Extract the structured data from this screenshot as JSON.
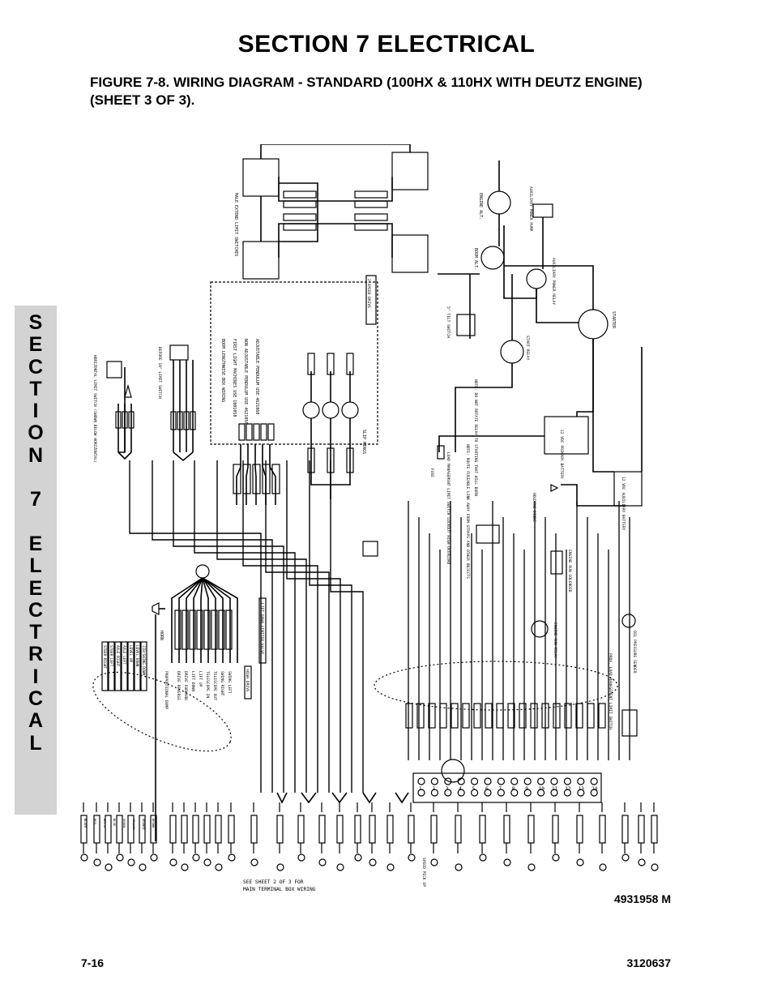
{
  "header": {
    "section_title": "SECTION 7 ELECTRICAL",
    "figure_caption": "FIGURE 7-8.    WIRING DIAGRAM - STANDARD (100HX & 110HX WITH DEUTZ ENGINE) (SHEET 3 OF 3)."
  },
  "side_tab": {
    "text": "S\nE\nC\nT\nI\nO\nN\n\n7\n\nE\nL\nE\nC\nT\nR\nI\nC\nA\nL"
  },
  "diagram": {
    "labels": {
      "boom_lengthwise": "BOOM LENGTHWISE BOX WIRING",
      "first_light": "FIRST LIGHT MACHINES USE   1001050",
      "non_adjustable": "NON ADJUSTABLE PENDULUM USE   4621050",
      "adjustable": "ADJUSTABLE PENDULUM USE   4621060",
      "boom_ext_limit": "MALE EXTEND LIMIT SWITCHES",
      "horizontal_limit": "HORIZONTAL LIMIT SWITCH (SHOWN BELOW HORIZONTAL)",
      "before_limit": "BEFORE 10° LIMIT SWITCH",
      "two_speed_drive": "2 SPEED DRIVE",
      "tilt_switch": "5° TILT SWITCH",
      "slip_rings": "SLIP RINGS",
      "load_mgmt": "LOAD MANAGEMENT LIMIT SWITCH LOCKOUT HIGH-OVERLOAD",
      "note_route": "NOTE: ROUTE FUSEABLE LINK AWAY FROM STRAPS AND OTHER OBJECTS",
      "note_no_relay": "NOTE: DO NOT ROTATE RELAY TO STARTING THAT WILL BURN",
      "fuse": "FUSE",
      "diode": "HOLDING DIODE",
      "lift_down_limiter": "LIFT DOWN LIMITER VALVE",
      "high_drive": "HIGH DRIVE",
      "horn": "HORN",
      "proportional_dump": "PROPORTIONAL DUMP",
      "primary_battery": "12 VDC PRIMARY BATTERY",
      "aux_battery": "12 VDC AUXILIARY BATTERY",
      "starter": "STARTER",
      "start_relay": "START RELAY",
      "aux_pump": "AUXILIARY POWER PUMP",
      "aux_relay": "AUXILIARY POWER RELAY",
      "engine_run_relay": "ENGINE RUN RELAY",
      "fuel_solenoid": "ENGINE RUN SOLENOID",
      "oil_pressure": "OIL PRESSURE SENDER",
      "prox_limit": "PROX. LOAD MANAGEMENT LIMIT SWITCH",
      "speed_pick": "SPEED PICK UP",
      "see_sheet": "SEE SHEET 2 OF 3 FOR MAIN TERMINAL BOX WIRING",
      "alternator": "ENGINE ALT.",
      "wiper": "BOOM ALT."
    },
    "valve_labels": [
      "STEER RIGHT",
      "STEER LEFT",
      "AXLE RIGHT",
      "AXLE LEFT",
      "LEVEL UP",
      "LEVEL DOWN",
      "JIB/SWING DOWN"
    ],
    "function_labels": [
      "DRIVE REVERSE",
      "DRIVE FORWARD",
      "LIFT DOWN",
      "LIFT UP",
      "TELESCOPE IN",
      "TELESCOPE OUT",
      "SWING RIGHT",
      "SWING LEFT"
    ],
    "terminal_numbers": [
      "1",
      "2",
      "3",
      "4",
      "5",
      "6",
      "7",
      "8",
      "9",
      "10",
      "11",
      "12",
      "13",
      "14"
    ],
    "wire_colors": [
      "BLACK",
      "RED",
      "WHITE",
      "BLUE",
      "GREEN",
      "YELLOW",
      "ORANGE",
      "BROWN"
    ]
  },
  "footer": {
    "drawing_number": "4931958 M",
    "page_number": "7-16",
    "doc_number": "3120637"
  }
}
